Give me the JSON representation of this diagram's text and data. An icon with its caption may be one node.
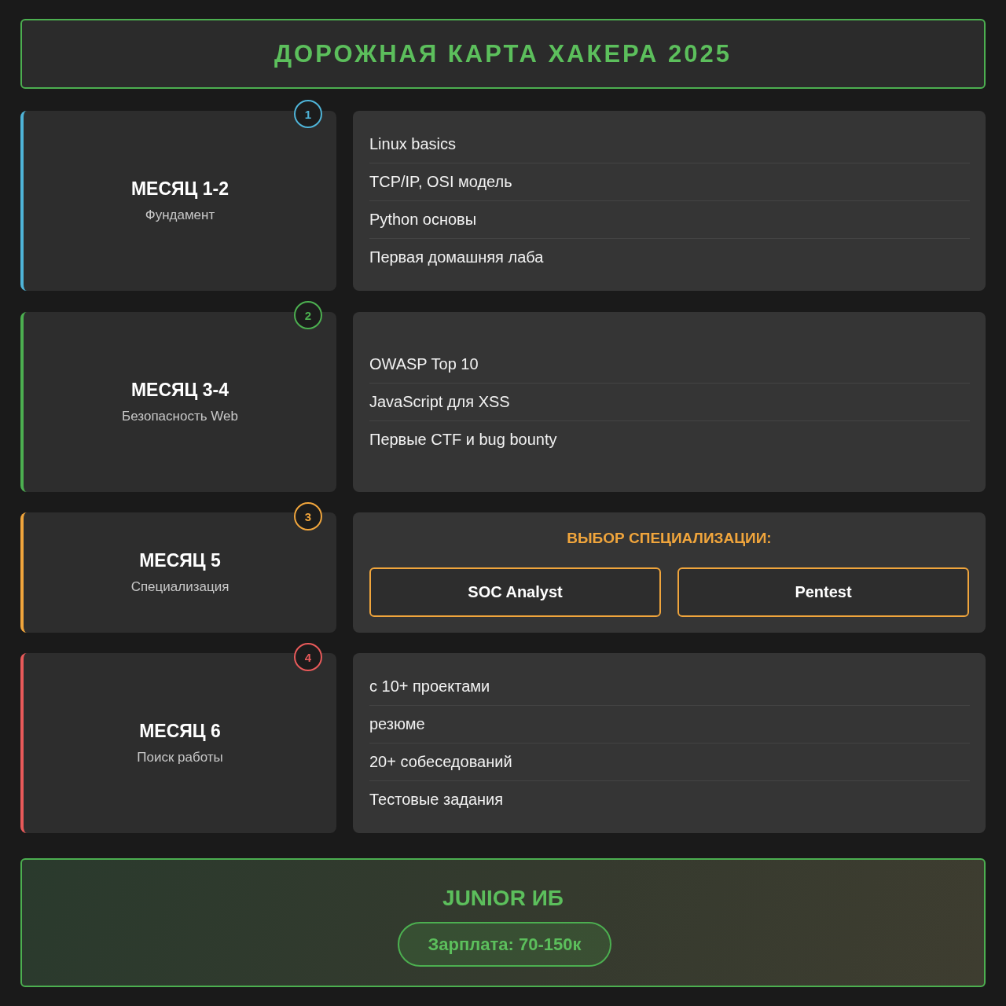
{
  "diagram": {
    "title": "ДОРОЖНАЯ КАРТА ХАКЕРА 2025",
    "nodes": [
      {
        "text": [
          "МЕСЯЦ 1-2",
          "Фундамент"
        ]
      },
      {
        "text": [
          "1"
        ]
      },
      {
        "text": [
          "Linux basics",
          "TCP/IP, OSI модель",
          "Python основы",
          "Первая домашняя лаба"
        ]
      },
      {
        "text": [
          "МЕСЯЦ 3-4",
          "Безопасность Web"
        ]
      },
      {
        "text": [
          "2"
        ]
      },
      {
        "text": [
          "OWASP Top 10",
          "JavaScript для XSS",
          "Первые CTF и bug bounty"
        ]
      },
      {
        "text": [
          "МЕСЯЦ 5",
          "Специализация"
        ]
      },
      {
        "text": [
          "3"
        ]
      },
      {
        "text": [
          "ВЫБОР СПЕЦИАЛИЗАЦИИ:"
        ]
      },
      {
        "text": [
          "SOC Analyst"
        ],
        "in": 8
      },
      {
        "text": [
          "Pentest"
        ],
        "in": 8
      },
      {
        "text": [
          "МЕСЯЦ 6",
          "Поиск работы"
        ]
      },
      {
        "text": [
          "4"
        ]
      },
      {
        "text": [
          "с 10+ проектами",
          "резюме",
          "20+ собеседований",
          "Тестовые задания"
        ]
      },
      {
        "text": [
          "JUNIOR ИБ"
        ]
      },
      {
        "text": [
          "Зарплата: 70-150к"
        ],
        "in": 14
      }
    ]
  }
}
